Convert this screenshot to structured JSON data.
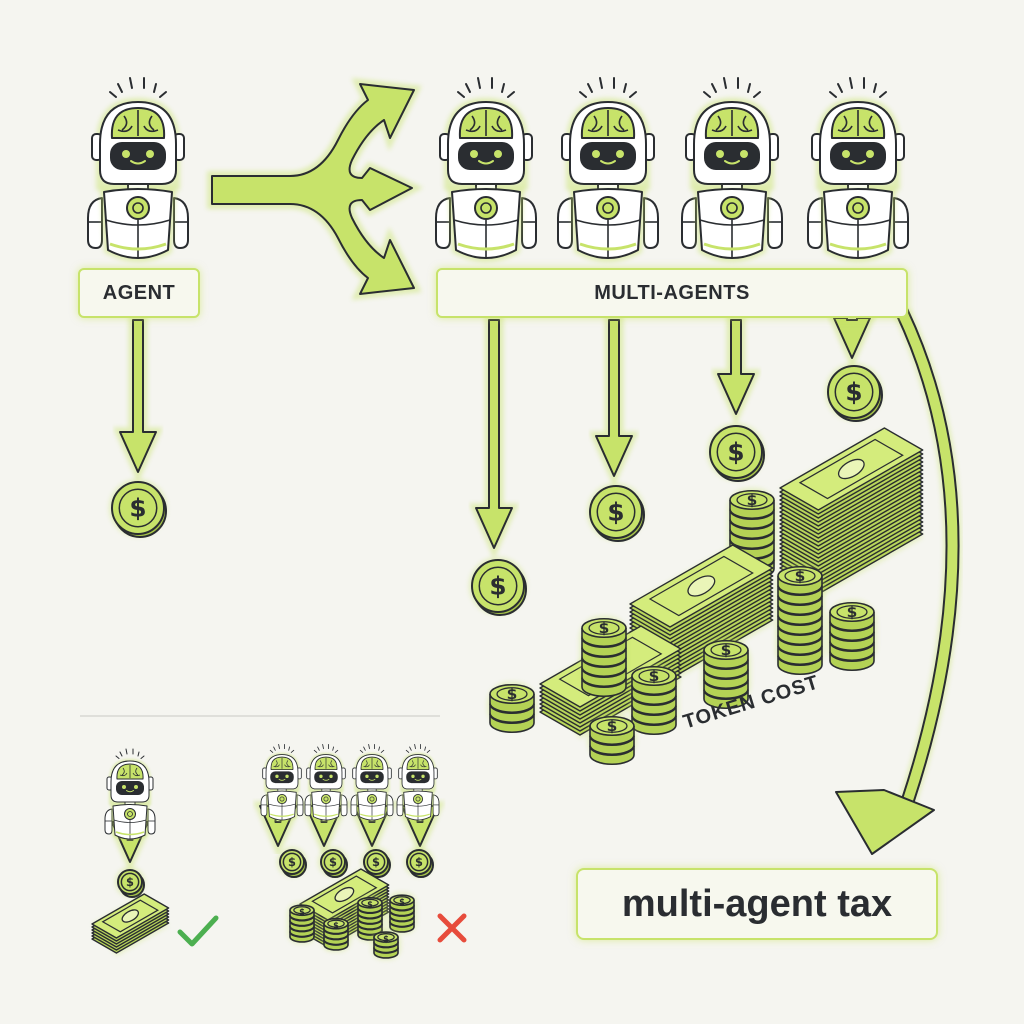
{
  "labels": {
    "agent": "AGENT",
    "multi_agents": "MULTI-AGENTS",
    "token_cost": "TOKEN COST",
    "tax": "multi-agent tax"
  },
  "icons": {
    "robot": "robot-icon",
    "coin": "dollar-coin-icon",
    "cash": "cash-stack-icon",
    "check": "check-icon",
    "cross": "cross-icon",
    "arrow": "arrow-icon"
  },
  "colors": {
    "accent": "#c7e36a",
    "outline": "#2a2d31",
    "background": "#f5f5f0",
    "check": "#4caf50",
    "cross": "#e74c3c"
  }
}
